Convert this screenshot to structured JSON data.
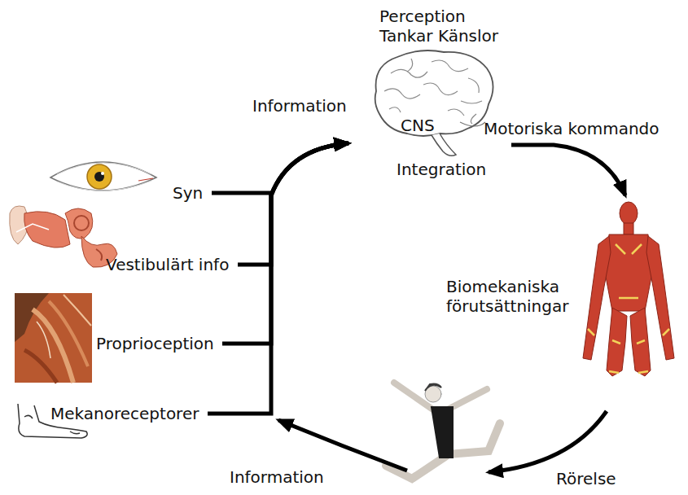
{
  "diagram": {
    "nodes": [
      {
        "text": [
          "Perception Tankar Känslor",
          "CNS",
          "Integration"
        ]
      },
      {
        "text": [
          "Biomekaniska förutsättningar"
        ]
      },
      {
        "text": [
          "Syn"
        ]
      },
      {
        "text": [
          "Vestibulärt info"
        ]
      },
      {
        "text": [
          "Proprioception"
        ]
      },
      {
        "text": [
          "Mekanoreceptorer"
        ]
      }
    ],
    "edges": [
      {
        "from": 2,
        "to": 0,
        "arrow": "to"
      },
      {
        "from": 3,
        "to": 0,
        "arrow": "to"
      },
      {
        "from": 4,
        "to": 0,
        "arrow": "to"
      },
      {
        "from": 5,
        "to": 0,
        "arrow": "to"
      },
      {
        "from": 0,
        "to": 1,
        "label": "Motoriska kommando",
        "arrow": "to"
      }
    ],
    "labels": [
      "Information",
      "Information",
      "Rörelse"
    ]
  }
}
